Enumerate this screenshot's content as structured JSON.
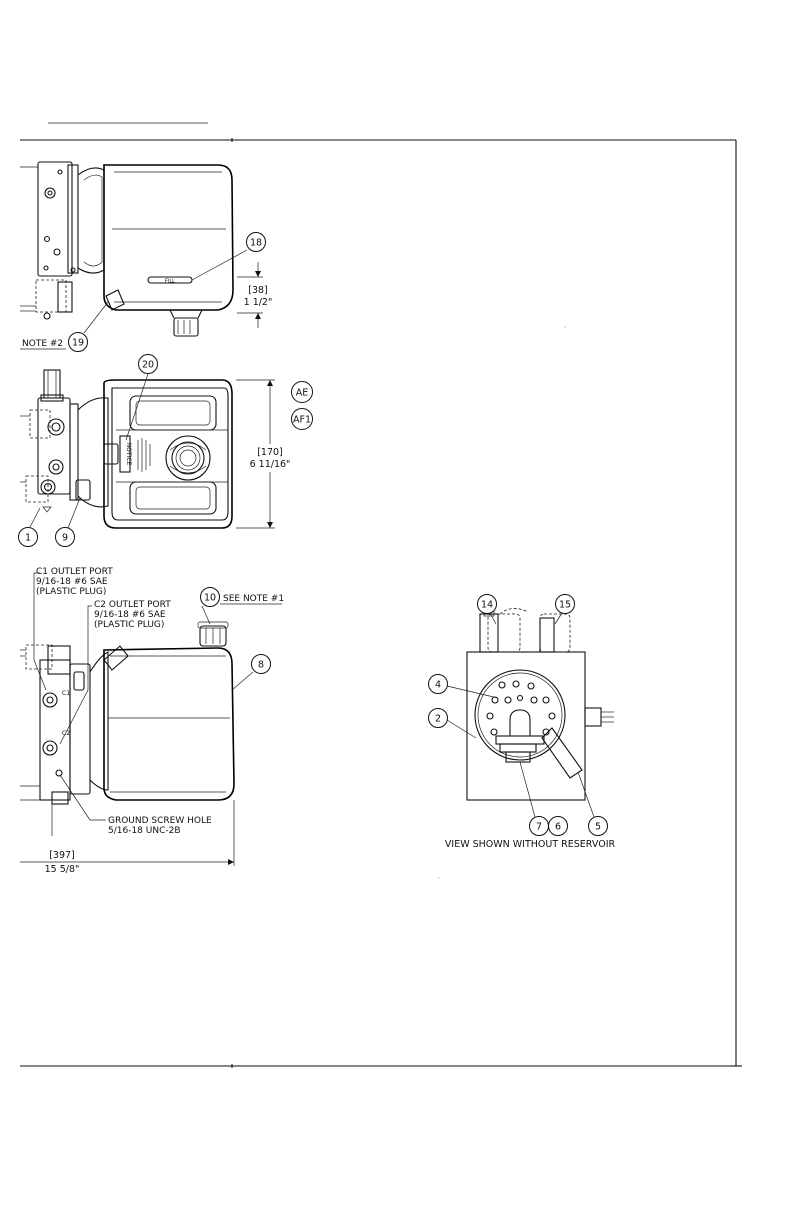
{
  "balloons": {
    "b1": "1",
    "b2": "2",
    "b4": "4",
    "b5": "5",
    "b6": "6",
    "b7": "7",
    "b8": "8",
    "b9": "9",
    "b10": "10",
    "b14": "14",
    "b15": "15",
    "b18": "18",
    "b19": "19",
    "b20": "20",
    "ae": "AE",
    "af1": "AF1"
  },
  "notes": {
    "note2": "NOTE #2",
    "see_note1": "SEE NOTE #1",
    "c1_line1": "C1 OUTLET PORT",
    "c1_line2": "9/16-18 #6 SAE",
    "c1_line3": "(PLASTIC PLUG)",
    "c2_line1": "C2 OUTLET PORT",
    "c2_line2": "9/16-18 #6 SAE",
    "c2_line3": "(PLASTIC PLUG)",
    "ground_line1": "GROUND SCREW HOLE",
    "ground_line2": "5/16-18 UNC-2B",
    "view_caption": "VIEW SHOWN WITHOUT RESERVOIR",
    "port_c1": "C1",
    "port_c2": "C2"
  },
  "dimensions": {
    "d38_mm": "[38]",
    "d38_in": "1 1/2\"",
    "d170_mm": "[170]",
    "d170_in": "6 11/16\"",
    "d397_mm": "[397]",
    "d397_in": "15 5/8\""
  },
  "reservoir_markings": {
    "fill_label": "FILL",
    "notice_title": "NOTICE"
  }
}
